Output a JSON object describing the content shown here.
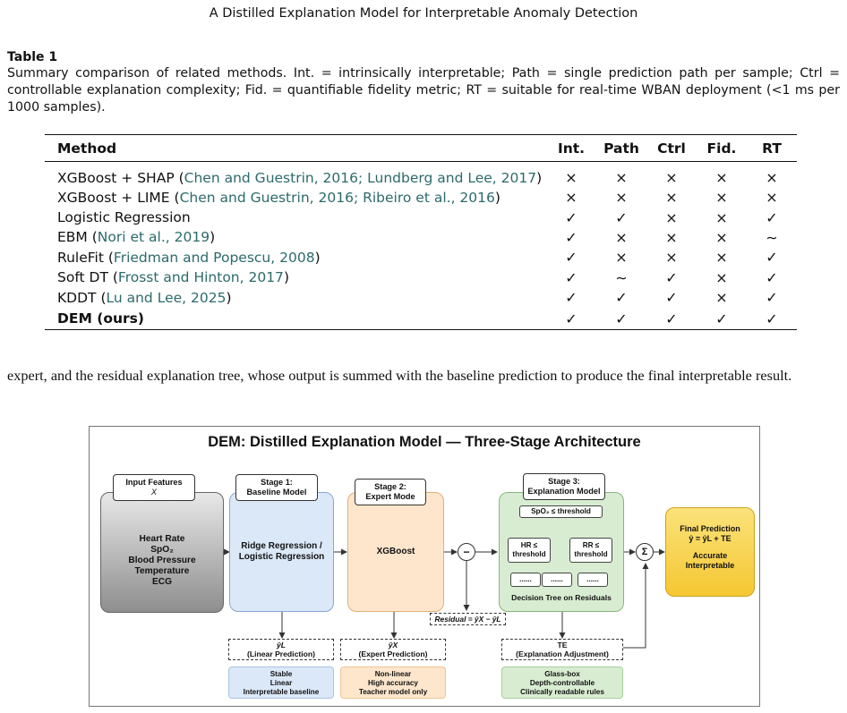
{
  "running_head": "A Distilled Explanation Model for Interpretable Anomaly Detection",
  "table": {
    "label": "Table 1",
    "caption": "Summary comparison of related methods. Int. = intrinsically interpretable; Path = single prediction path per sample; Ctrl = controllable explanation complexity; Fid. = quantifiable fidelity metric; RT = suitable for real-time WBAN deployment (<1 ms per 1000 samples).",
    "headers": [
      "Method",
      "Int.",
      "Path",
      "Ctrl",
      "Fid.",
      "RT"
    ],
    "rows": [
      {
        "name": "XGBoost + SHAP",
        "open": " (",
        "cite": "Chen and Guestrin, 2016; Lundberg and Lee, 2017",
        "close": ")",
        "marks": [
          "×",
          "×",
          "×",
          "×",
          "×"
        ]
      },
      {
        "name": "XGBoost + LIME",
        "open": " (",
        "cite": "Chen and Guestrin, 2016; Ribeiro et al., 2016",
        "close": ")",
        "marks": [
          "×",
          "×",
          "×",
          "×",
          "×"
        ]
      },
      {
        "name": "Logistic Regression",
        "open": "",
        "cite": "",
        "close": "",
        "marks": [
          "✓",
          "✓",
          "×",
          "×",
          "✓"
        ]
      },
      {
        "name": "EBM",
        "open": " (",
        "cite": "Nori et al., 2019",
        "close": ")",
        "marks": [
          "✓",
          "×",
          "×",
          "×",
          "∼"
        ]
      },
      {
        "name": "RuleFit",
        "open": " (",
        "cite": "Friedman and Popescu, 2008",
        "close": ")",
        "marks": [
          "✓",
          "×",
          "×",
          "×",
          "✓"
        ]
      },
      {
        "name": "Soft DT",
        "open": " (",
        "cite": "Frosst and Hinton, 2017",
        "close": ")",
        "marks": [
          "✓",
          "∼",
          "✓",
          "×",
          "✓"
        ]
      },
      {
        "name": "KDDT",
        "open": " (",
        "cite": "Lu and Lee, 2025",
        "close": ")",
        "marks": [
          "✓",
          "✓",
          "✓",
          "×",
          "✓"
        ]
      },
      {
        "name": "DEM (ours)",
        "open": "",
        "cite": "",
        "close": "",
        "marks": [
          "✓",
          "✓",
          "✓",
          "✓",
          "✓"
        ]
      }
    ]
  },
  "body_text": "expert, and the residual explanation tree, whose output is summed with the baseline prediction to produce the final interpretable result.",
  "figure": {
    "title": "DEM: Distilled Explanation Model — Three-Stage Architecture",
    "input": {
      "tag_line1": "Input Features",
      "tag_line2": "X",
      "features": [
        "Heart Rate",
        "SpO₂",
        "Blood Pressure",
        "Temperature",
        "ECG"
      ]
    },
    "stage1": {
      "tag_line1": "Stage 1:",
      "tag_line2": "Baseline Model",
      "body_line1": "Ridge Regression /",
      "body_line2": "Logistic Regression",
      "output_symbol": "ŷL",
      "output_label": "(Linear Prediction)",
      "note": [
        "Stable",
        "Linear",
        "Interpretable baseline"
      ]
    },
    "stage2": {
      "tag_line1": "Stage 2:",
      "tag_line2": "Expert Mode",
      "body": "XGBoost",
      "output_symbol": "ŷX",
      "output_label": "(Expert Prediction)",
      "note": [
        "Non-linear",
        "High accuracy",
        "Teacher model only"
      ]
    },
    "minus_symbol": "−",
    "residual_label": "Residual = ŷX − ŷL",
    "stage3": {
      "tag_line1": "Stage 3:",
      "tag_line2": "Explanation Model",
      "root": "SpO₂ ≤ threshold",
      "left_node": [
        "HR ≤",
        "threshold"
      ],
      "right_node": [
        "RR ≤",
        "threshold"
      ],
      "leaf": "......",
      "caption": "Decision Tree on Residuals",
      "output_symbol": "TE",
      "output_label": "(Explanation Adjustment)",
      "note": [
        "Glass-box",
        "Depth-controllable",
        "Clinically readable rules"
      ]
    },
    "sum_symbol": "Σ",
    "final": {
      "line1": "Final Prediction",
      "line2": "ŷ = ŷL + TE",
      "line3": "Accurate",
      "line4": "Interpretable"
    },
    "colors": {
      "input": "#9a9a9a",
      "stage1": "#dbe8f8",
      "stage2": "#fde6cc",
      "stage3": "#d8ecd2",
      "final": "#f9d65a"
    }
  }
}
